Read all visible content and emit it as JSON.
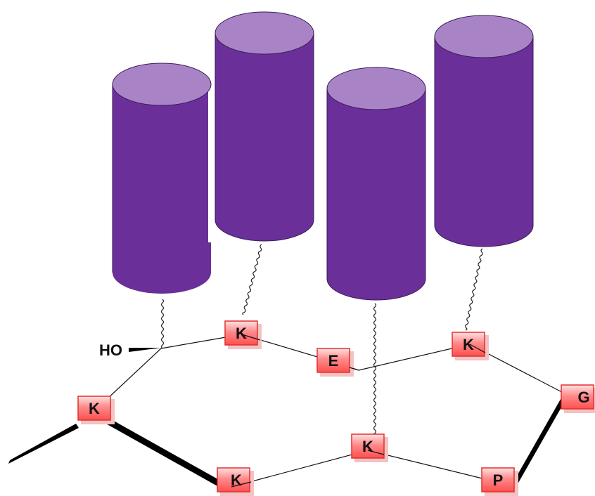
{
  "colors": {
    "cylinder_body": "#6b2f9a",
    "cylinder_top": "#a884c6",
    "residue_fill": "#ff6b6b",
    "residue_fill_light": "#ffd0d0",
    "residue_border": "#e03030"
  },
  "hydroxyl": {
    "label": "HO"
  },
  "residues": [
    {
      "id": "k1",
      "label": "K"
    },
    {
      "id": "e1",
      "label": "E"
    },
    {
      "id": "k2",
      "label": "K"
    },
    {
      "id": "g1",
      "label": "G"
    },
    {
      "id": "k3",
      "label": "K"
    },
    {
      "id": "k4",
      "label": "K"
    },
    {
      "id": "k5",
      "label": "K"
    },
    {
      "id": "p1",
      "label": "P"
    }
  ],
  "helix_count": 4
}
